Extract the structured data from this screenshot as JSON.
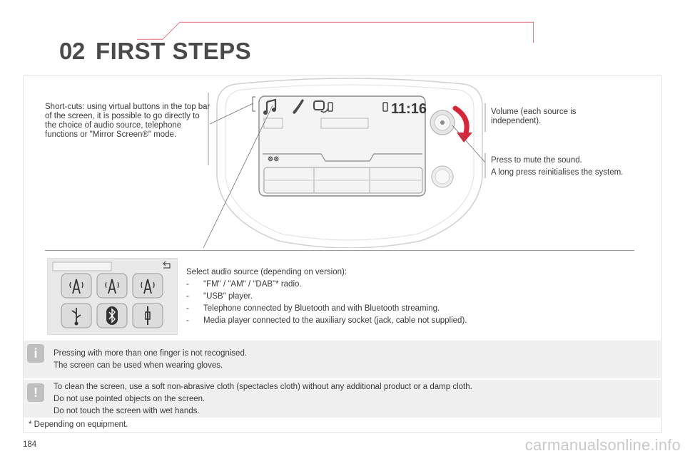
{
  "header": {
    "chapter_number": "02",
    "chapter_title": "FIRST STEPS"
  },
  "callouts": {
    "shortcuts": "Short-cuts: using virtual buttons in the top bar of the screen, it is possible to go directly to the choice of audio source, telephone functions or \"Mirror Screen®\" mode.",
    "volume": "Volume (each source is independent).",
    "mute_line1": "Press to mute the sound.",
    "mute_line2": "A long press reinitialises the system."
  },
  "screen": {
    "clock": "11:16"
  },
  "audio_source": {
    "intro": "Select audio source (depending on version):",
    "items": [
      "\"FM\" / \"AM\" / \"DAB\"* radio.",
      "\"USB\" player.",
      "Telephone connected by Bluetooth and with Bluetooth streaming.",
      "Media player connected to the auxiliary socket (jack, cable not supplied)."
    ],
    "dash": "-"
  },
  "notes": {
    "info": {
      "icon": "i",
      "line1": "Pressing with more than one finger is not recognised.",
      "line2": "The screen can be used when wearing gloves."
    },
    "warning": {
      "icon": "!",
      "line1": "To clean the screen, use a soft non-abrasive cloth (spectacles cloth) without any additional product or a damp cloth.",
      "line2": "Do not use pointed objects on the screen.",
      "line3": "Do not touch the screen with wet hands."
    }
  },
  "footnote": "* Depending on equipment.",
  "page_number": "184",
  "watermark": "carmanualsonline.info",
  "colors": {
    "accent_red": "#d8253a",
    "text": "#3a3a3a",
    "note_bg": "#f0f0f0"
  }
}
